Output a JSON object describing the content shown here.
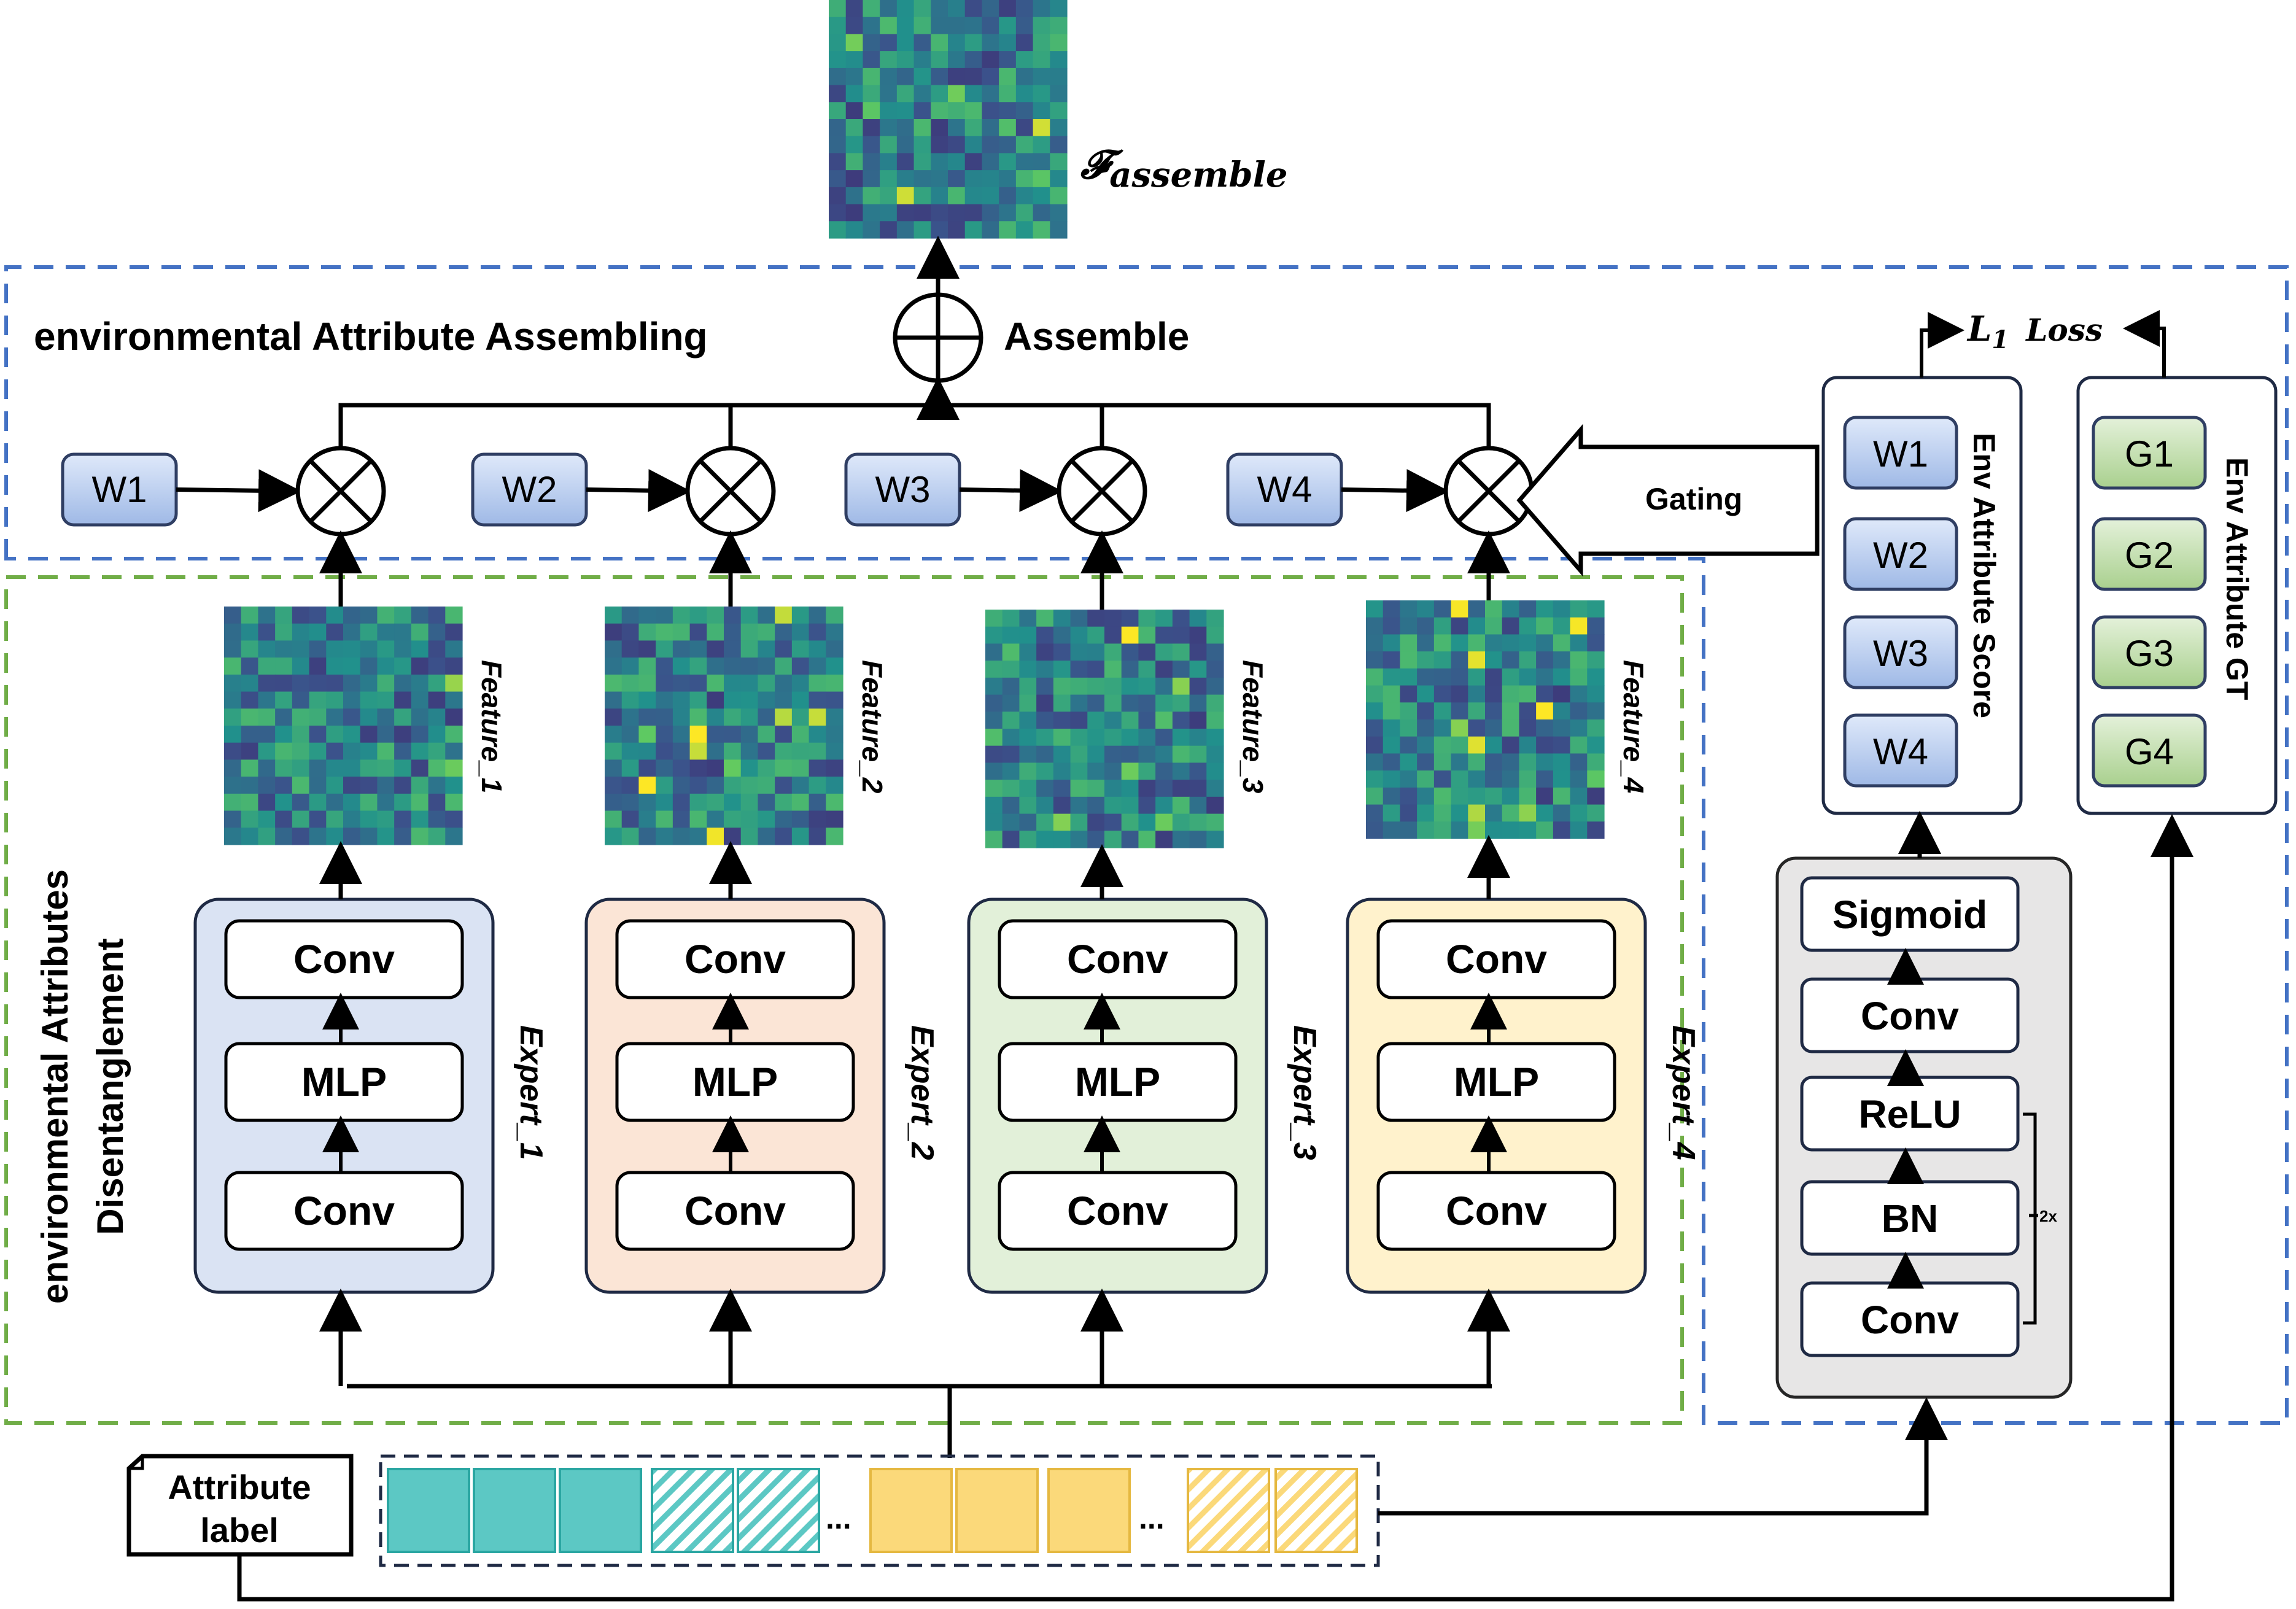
{
  "output": {
    "label_main": "𝓕",
    "label_sub": "assemble"
  },
  "assembling": {
    "title": "environmental Attribute Assembling",
    "assemble_label": "Assemble",
    "gating_label": "Gating",
    "weights": [
      "W1",
      "W2",
      "W3",
      "W4"
    ]
  },
  "disentanglement": {
    "title_line1": "environmental Attributes",
    "title_line2": "Disentanglement",
    "experts": [
      {
        "name": "Expert_1",
        "feature": "Feature_1",
        "layers": [
          "Conv",
          "MLP",
          "Conv"
        ],
        "color": "#dae3f3"
      },
      {
        "name": "Expert_2",
        "feature": "Feature_2",
        "layers": [
          "Conv",
          "MLP",
          "Conv"
        ],
        "color": "#fbe5d6"
      },
      {
        "name": "Expert_3",
        "feature": "Feature_3",
        "layers": [
          "Conv",
          "MLP",
          "Conv"
        ],
        "color": "#e2f0d9"
      },
      {
        "name": "Expert_4",
        "feature": "Feature_4",
        "layers": [
          "Conv",
          "MLP",
          "Conv"
        ],
        "color": "#fff2cc"
      }
    ]
  },
  "score_panel": {
    "title": "Env Attribute Score",
    "items": [
      "W1",
      "W2",
      "W3",
      "W4"
    ]
  },
  "gt_panel": {
    "title": "Env Attribute GT",
    "items": [
      "G1",
      "G2",
      "G3",
      "G4"
    ]
  },
  "loss": {
    "main": "L",
    "sub": "1",
    "word": "Loss"
  },
  "gate_network": {
    "layers": [
      "Sigmoid",
      "Conv",
      "ReLU",
      "BN",
      "Conv"
    ],
    "repeat": "2x"
  },
  "attribute": {
    "label_line1": "Attribute",
    "label_line2": "label",
    "ellipsis": "..."
  },
  "colors": {
    "blue_dash": "#4472c4",
    "green_dash": "#70ad47",
    "teal_cell": "#5cc8c4",
    "yellow_cell": "#fbd97a",
    "weight_fill": "#bdd0f0",
    "gt_fill": "#c6e0b4",
    "gate_bg": "#e7e6e6"
  }
}
